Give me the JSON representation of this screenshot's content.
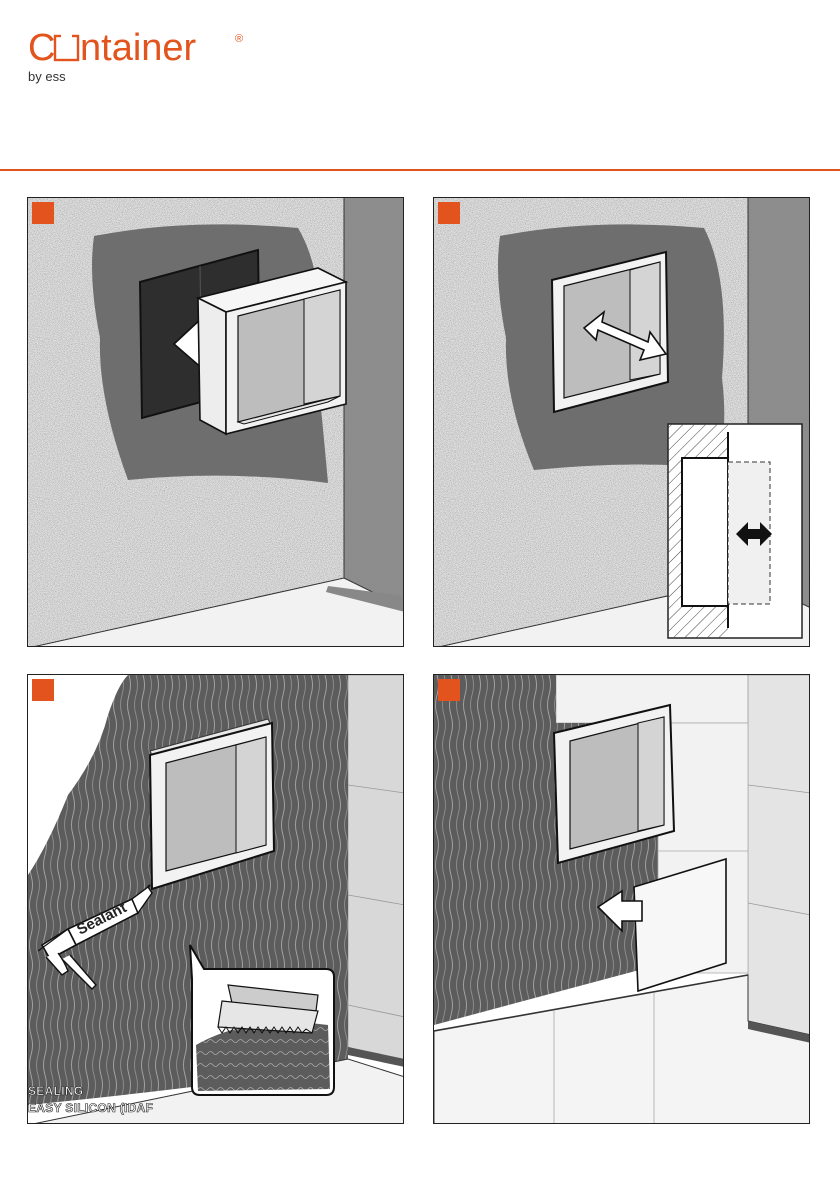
{
  "brand": {
    "name": "Container",
    "registered": "®",
    "tagline": "by ess",
    "accent_color": "#e2531d"
  },
  "panels": [
    {
      "id": "panel-1",
      "badge_color": "#e2531d"
    },
    {
      "id": "panel-2",
      "badge_color": "#e2531d"
    },
    {
      "id": "panel-3",
      "badge_color": "#e2531d",
      "tube_label": "Sealant",
      "caption_lines": [
        "SEALING",
        "EASY SILICON (IDAF"
      ]
    },
    {
      "id": "panel-4",
      "badge_color": "#e2531d"
    }
  ]
}
